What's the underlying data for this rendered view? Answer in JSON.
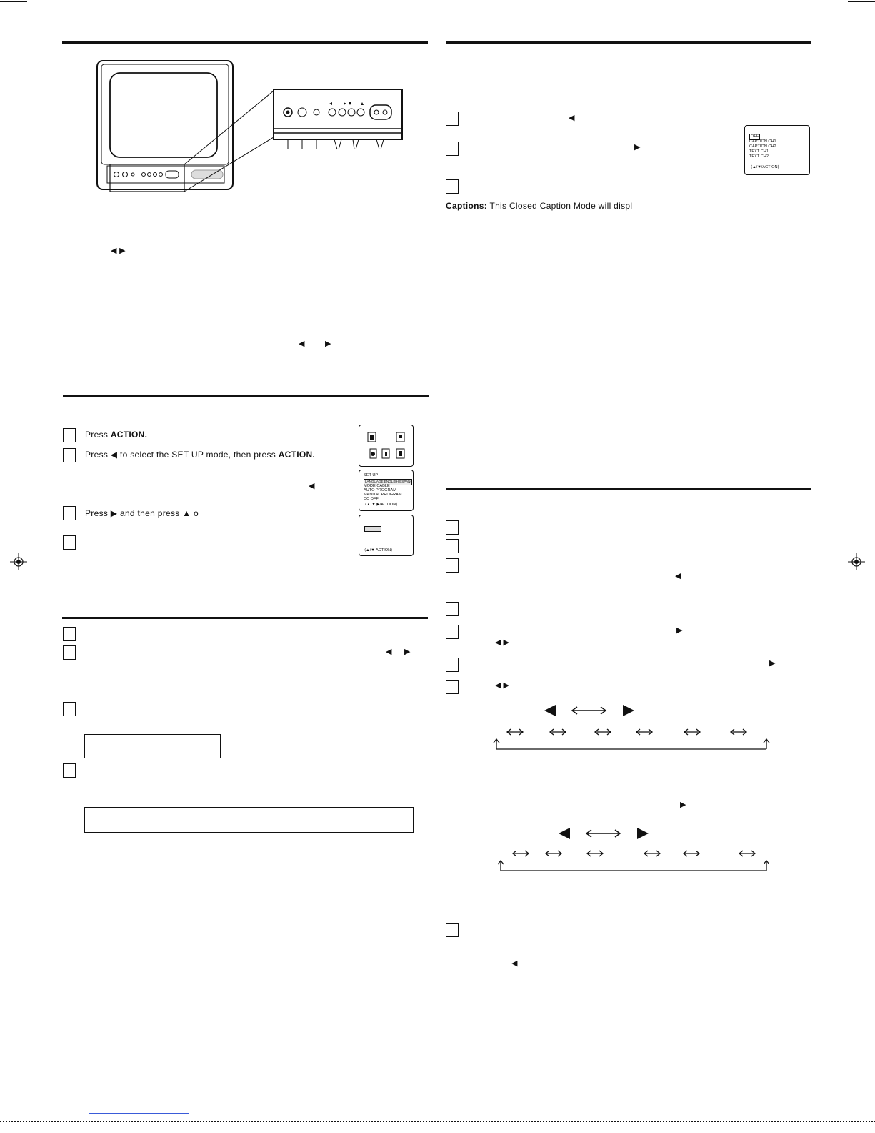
{
  "left": {
    "select_arrows": "◀ ▶",
    "adjust_arrows": {
      "left": "◀",
      "right": "▶"
    },
    "setup_steps": [
      {
        "text_prefix": "Press ",
        "text_bold": "ACTION.",
        "text_suffix": ""
      },
      {
        "text_prefix": "Press ◀ to select the SET UP mode, then press ",
        "text_bold": "ACTION.",
        "text_suffix": ""
      },
      {
        "text_prefix": "",
        "text_bold": "",
        "text_suffix": ""
      },
      {
        "text_prefix": "Press ▶  and then press ▲ o",
        "text_bold": "",
        "text_suffix": ""
      }
    ],
    "setup_step2_arrow": "◀",
    "adjust_arrows_2": {
      "left": "◀",
      "right": "▶"
    }
  },
  "menus": {
    "setup": {
      "title": "SET UP",
      "highlight": "LANGUAGE  ENGLISH/ESPAÑOL/FRANÇAIS",
      "lines": [
        "MODE          CABLE",
        "AUTO PROGRAM",
        "MANUAL PROGRAM",
        "CC                 OFF"
      ],
      "hint": "⟨▲/▼/▶/ACTION⟩"
    },
    "blank_menu": {
      "hint": "⟨▲/▼  ACTION⟩"
    },
    "caption": {
      "highlight": "OFF",
      "lines": [
        "CAPTION CH1",
        "CAPTION CH2",
        "TEXT  CH1",
        "TEXT  CH2"
      ],
      "hint": "⟨▲/▼/ACTION⟩"
    }
  },
  "right": {
    "cc_step1_arrow": "◀",
    "cc_step2_arrow": "▶",
    "captions_label": "Captions:",
    "captions_text": " This Closed Caption Mode will displ",
    "lower_arrows": {
      "s3": "◀",
      "s5": "▶",
      "s5b": "◀   ▶",
      "s6": "▶",
      "s7": "◀   ▶",
      "s7b": "▶",
      "s8": "◀"
    }
  },
  "icons": [
    "tv-illustration",
    "remote-panel"
  ]
}
